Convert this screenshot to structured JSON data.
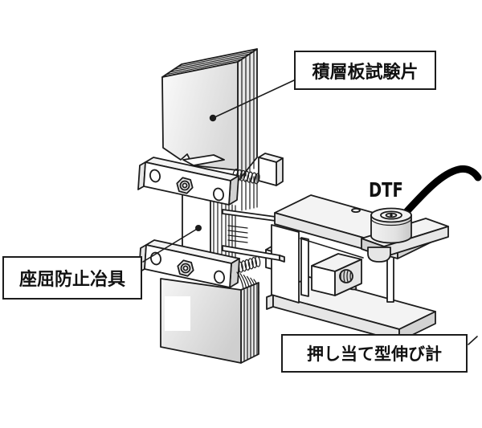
{
  "labels": {
    "specimen": "積層板試験片",
    "jig": "座屈防止冶具",
    "extensometer": "押し当て型伸び計",
    "sensor": "DTF"
  },
  "colors": {
    "background": "#ffffff",
    "stroke": "#1c1c1c",
    "fill_white": "#ffffff",
    "fill_light": "#f3f3f3",
    "fill_mid": "#e6e6e6",
    "fill_dark": "#d2d2d2",
    "cable": "#000000"
  }
}
